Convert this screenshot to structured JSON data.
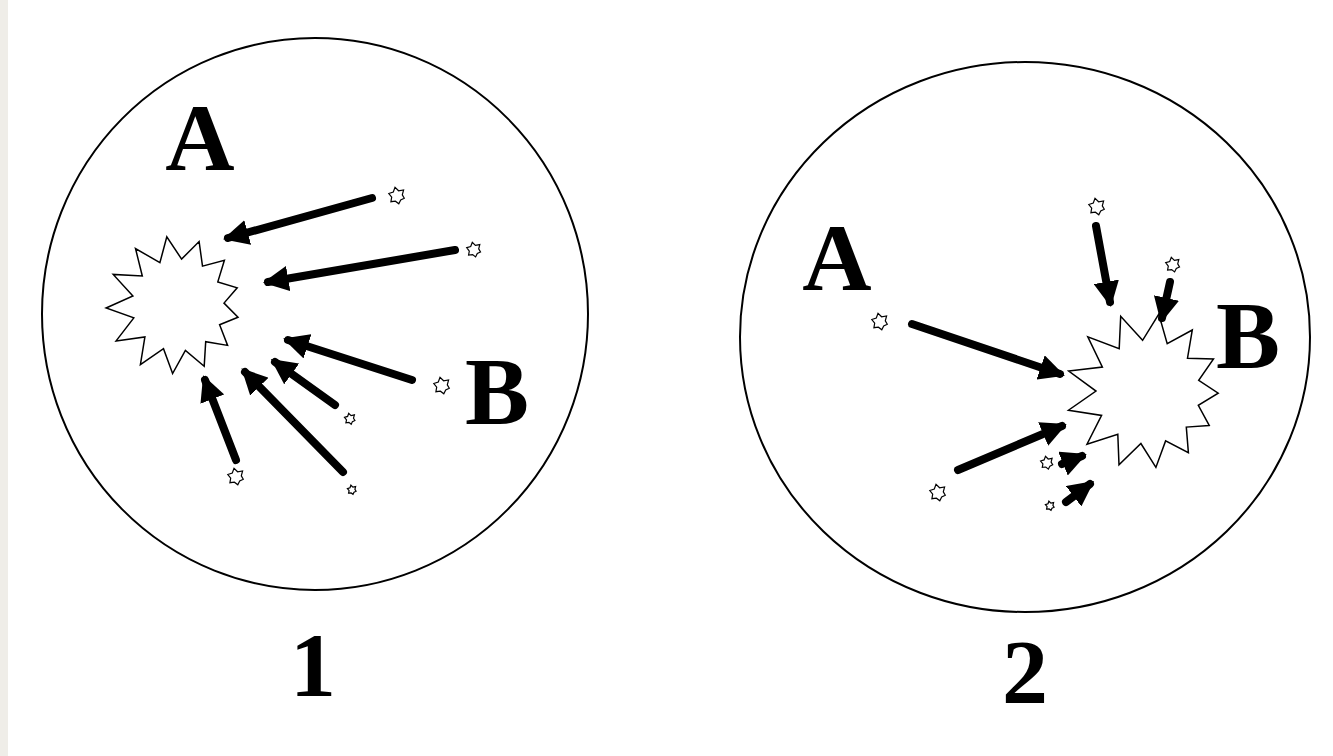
{
  "diagram": {
    "labels": [
      "A",
      "B",
      "1",
      "A",
      "B",
      "2"
    ]
  }
}
